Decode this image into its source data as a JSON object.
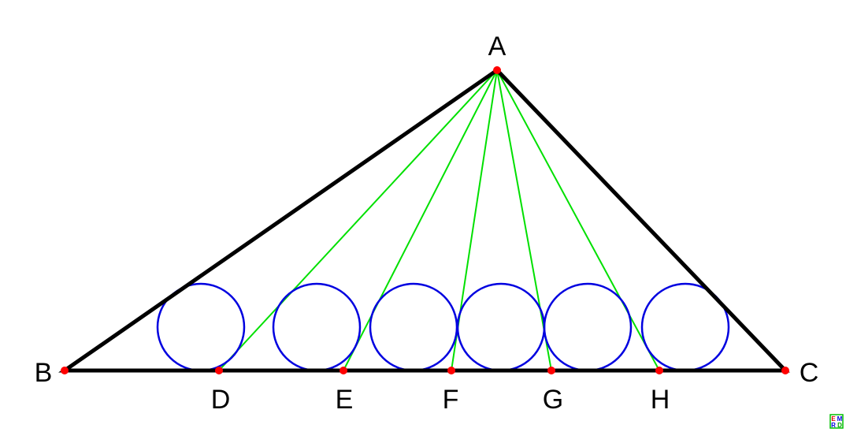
{
  "points": {
    "A": "A",
    "B": "B",
    "C": "C",
    "D": "D",
    "E": "E",
    "F": "F",
    "G": "G",
    "H": "H"
  },
  "logo": {
    "letters": [
      "E",
      "M",
      "R",
      "D"
    ]
  },
  "colors": {
    "triangle": "#000000",
    "cevians": "#00e000",
    "circles": "#0000e0",
    "points": "#ff0000"
  }
}
